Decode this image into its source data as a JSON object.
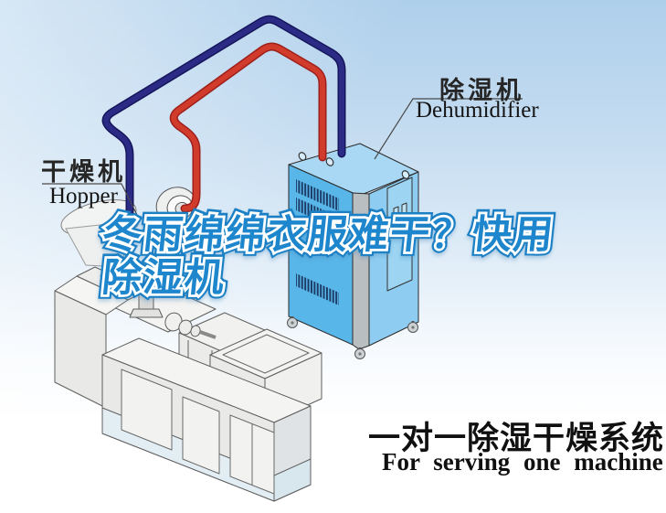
{
  "poster": {
    "headline": {
      "line1": "冬雨绵绵衣服难干？快用",
      "line2": "除湿机"
    },
    "machine_labels": {
      "hopper": {
        "cn": "干燥机",
        "en": "Hopper"
      },
      "dehumidifier": {
        "cn": "除湿机",
        "en": "Dehumidifier"
      }
    },
    "caption": {
      "cn": "一对一除湿干燥系统",
      "en": "For serving one machine"
    },
    "colors": {
      "background_top": "#aecfeb",
      "background_bottom": "#ffffff",
      "headline_blue": "#1d86cd",
      "headline_outline": "#ffffff",
      "pipe_red": "#cf3a2c",
      "pipe_navy": "#24247a",
      "dehumidifier_left_face": "#58b6e9",
      "dehumidifier_right_face": "#8ecdf1",
      "dehumidifier_top_face": "#a8d8f4",
      "machine_gray": "#e9e9e7",
      "label_text": "#262626"
    }
  }
}
